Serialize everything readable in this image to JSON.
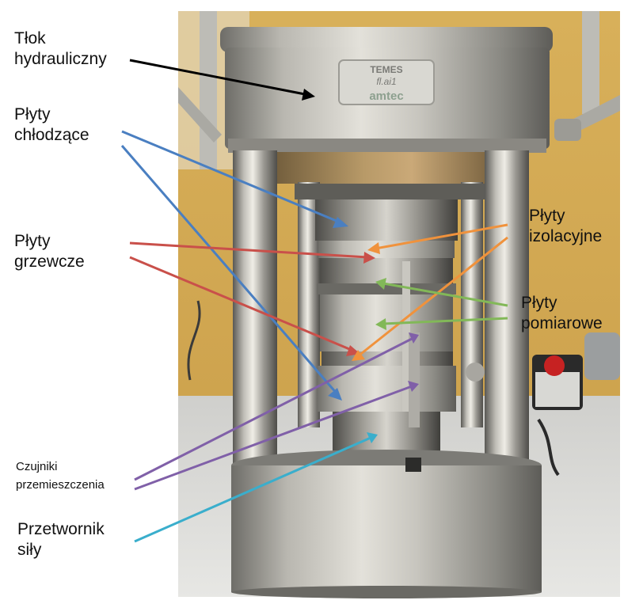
{
  "labels": {
    "piston": [
      "Tłok",
      "hydrauliczny"
    ],
    "cooling_plates": [
      "Płyty",
      "chłodzące"
    ],
    "heating_plates": [
      "Płyty",
      "grzewcze"
    ],
    "insulating_plates": [
      "Płyty",
      "izolacyjne"
    ],
    "measuring_plates": [
      "Płyty",
      "pomiarowe"
    ],
    "displacement_sensors": [
      "Czujniki",
      "przemieszczenia"
    ],
    "force_transducer": [
      "Przetwornik",
      "siły"
    ]
  },
  "nameplate": {
    "line1": "TEMES",
    "line2": "fl.ai1",
    "line3": "amtec"
  },
  "colors": {
    "piston_arrow": "#000000",
    "cooling_arrow": "#4a7fc1",
    "heating_arrow": "#c9504a",
    "insulating_arrow": "#f0923c",
    "measuring_arrow": "#82b858",
    "sensor_arrow": "#8060a8",
    "force_arrow": "#3aaecc"
  }
}
